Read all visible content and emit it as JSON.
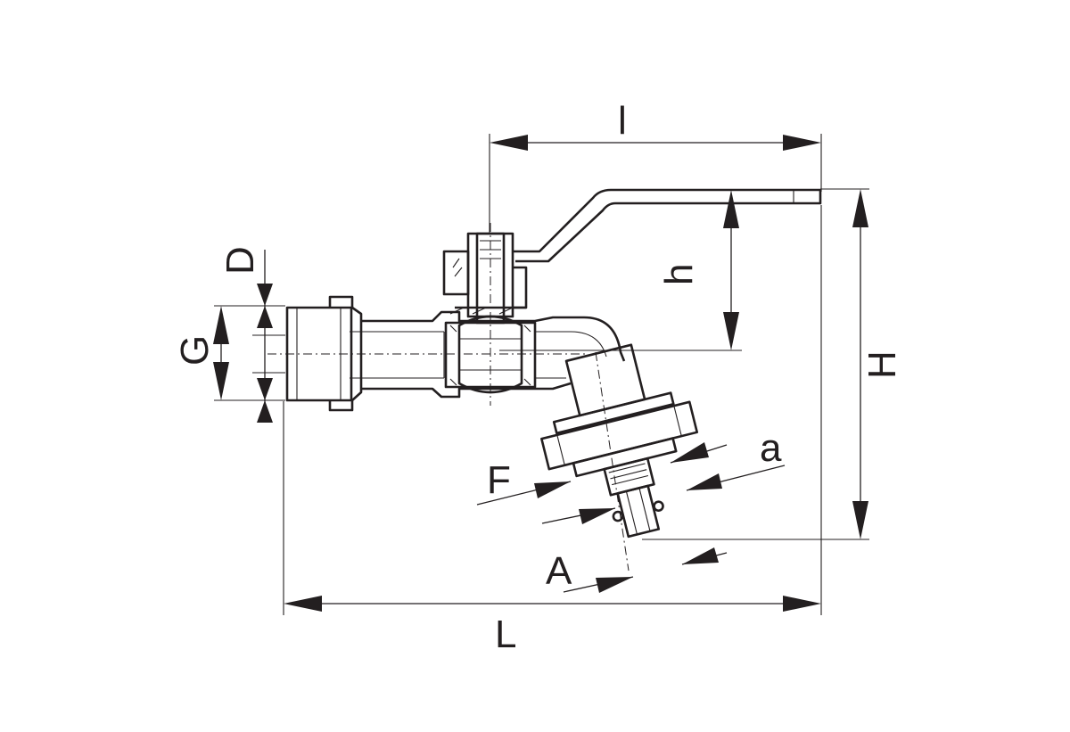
{
  "labels": {
    "l": "l",
    "h": "h",
    "H": "H",
    "D": "D",
    "G": "G",
    "F": "F",
    "a": "a",
    "A": "A",
    "L": "L"
  }
}
